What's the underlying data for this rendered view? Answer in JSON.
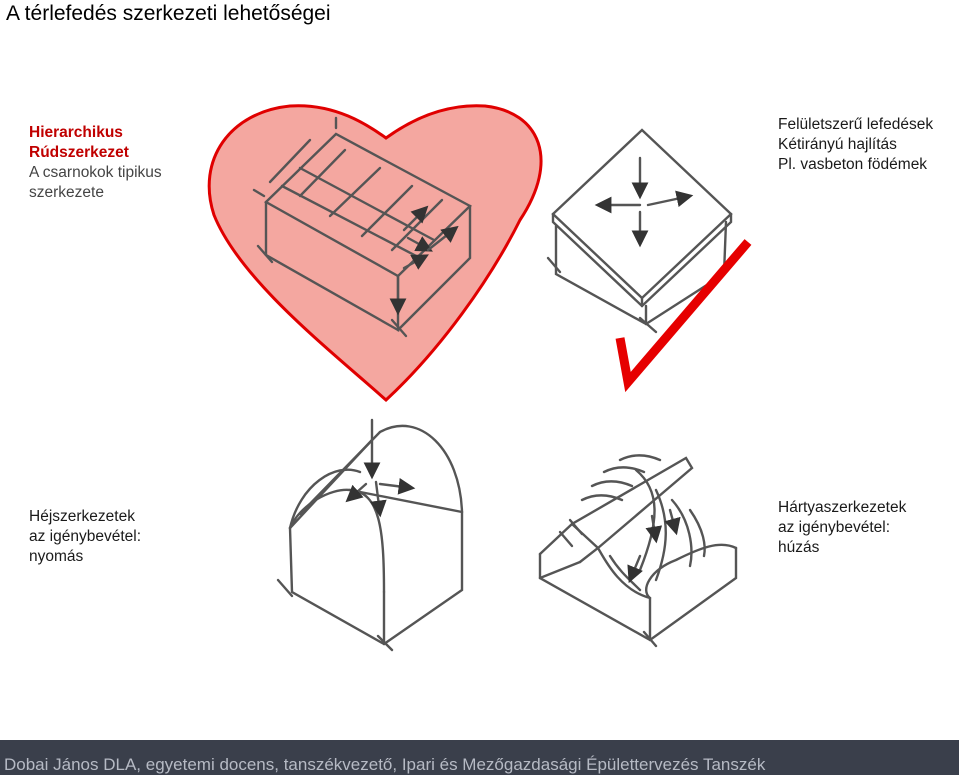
{
  "title": "A térlefedés szerkezeti lehetőségei",
  "hierarchic": {
    "line1": "Hierarchikus",
    "line2": "Rúdszerkezet",
    "line3": "A csarnokok tipikus",
    "line4": "szerkezete"
  },
  "surface": {
    "line1": "Felületszerű lefedések",
    "line2": "Kétirányú hajlítás",
    "line3": "Pl. vasbeton födémek"
  },
  "shell": {
    "line1": "Héjszerkezetek",
    "line2": "az igénybevétel:",
    "line3": "nyomás"
  },
  "membrane": {
    "line1": "Hártyaszerkezetek",
    "line2": "az igénybevétel:",
    "line3": "húzás"
  },
  "footer": "Dobai János DLA, egyetemi docens, tanszékvezető, Ipari és Mezőgazdasági Épülettervezés Tanszék",
  "colors": {
    "heart_fill": "#f4a7a0",
    "heart_stroke": "#e00000",
    "check": "#e60000",
    "red_text": "#c00000",
    "footer_bg": "#3a3f4b"
  },
  "icons": [
    "heart-icon",
    "checkmark-icon"
  ]
}
